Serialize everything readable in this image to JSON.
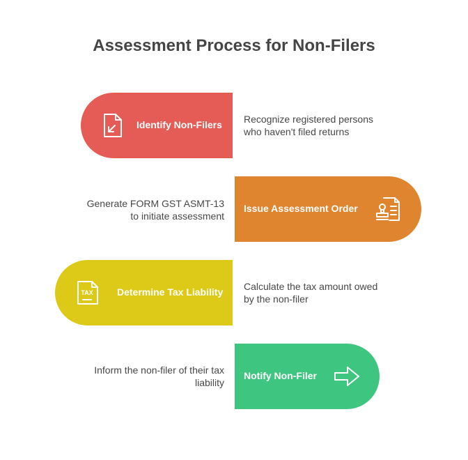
{
  "title": "Assessment Process for Non-Filers",
  "steps": [
    {
      "label": "Identify Non-Filers",
      "desc_line1": "Recognize registered persons",
      "desc_line2": "who haven't filed returns",
      "color": "#E55B55",
      "icon": "document-arrow-icon"
    },
    {
      "label": "Issue Assessment Order",
      "desc_line1": "Generate FORM GST ASMT-13",
      "desc_line2": "to initiate assessment",
      "color": "#E0852F",
      "icon": "stamped-document-icon"
    },
    {
      "label": "Determine Tax Liability",
      "desc_line1": "Calculate the tax amount owed",
      "desc_line2": "by the non-filer",
      "color": "#DDCA18",
      "icon": "tax-document-icon",
      "icon_text": "TAX"
    },
    {
      "label": "Notify Non-Filer",
      "desc_line1": "Inform the non-filer of their tax",
      "desc_line2": "liability",
      "color": "#3EC57F",
      "icon": "arrow-right-icon"
    }
  ]
}
